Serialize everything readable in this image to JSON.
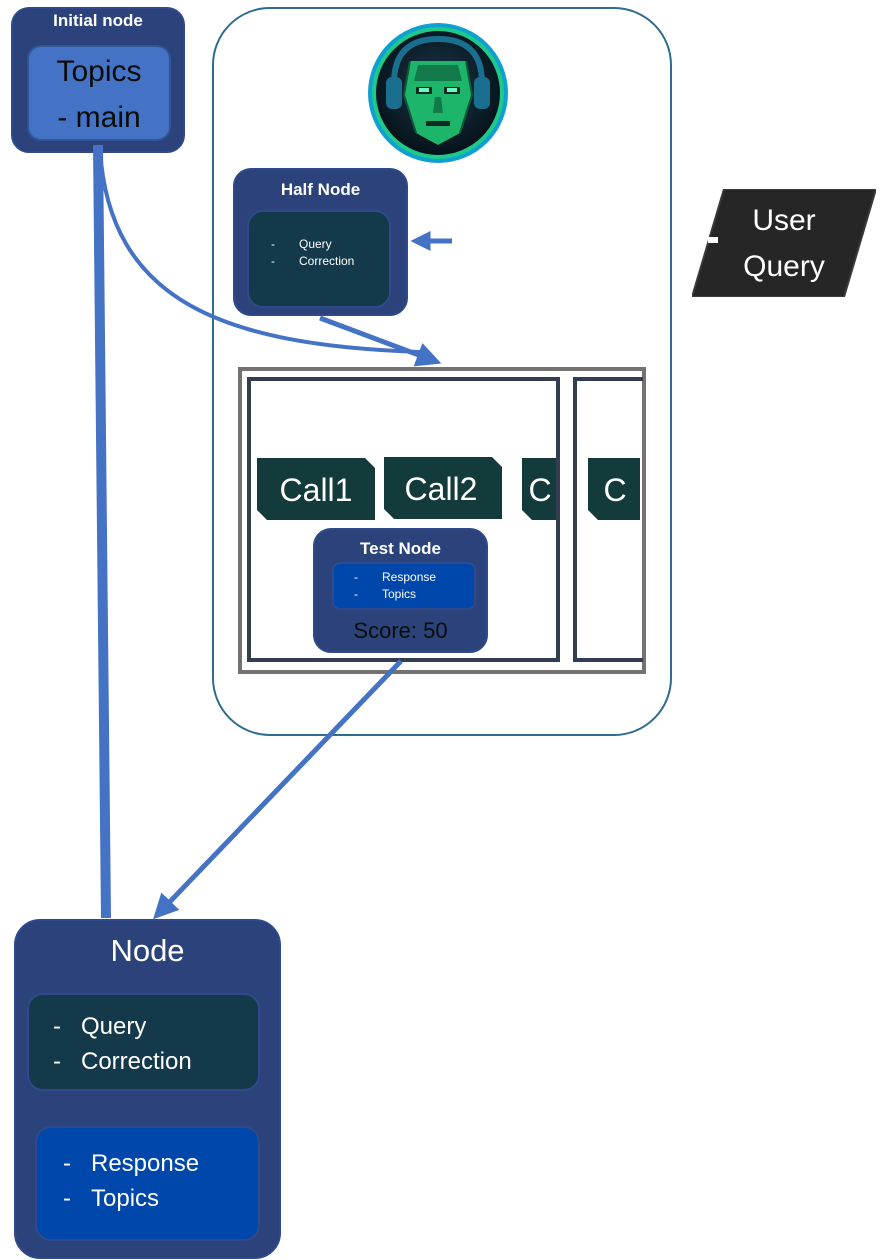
{
  "initial_node": {
    "title": "Initial node",
    "line1": "Topics",
    "line2": "- main"
  },
  "half_node": {
    "title": "Half Node",
    "items": [
      "Query",
      "Correction"
    ]
  },
  "user_query": {
    "line1": "User",
    "line2": "Query"
  },
  "calls": [
    "Call1",
    "Call2",
    "C",
    "C"
  ],
  "test_node": {
    "title": "Test Node",
    "items": [
      "Response",
      "Topics"
    ],
    "score": "Score: 50"
  },
  "node": {
    "title": "Node",
    "query_items": [
      "Query",
      "Correction"
    ],
    "response_items": [
      "Response",
      "Topics"
    ]
  },
  "colors": {
    "node_bg": "#2b437a",
    "accent_blue": "#4472c4",
    "dark_teal": "#14394a",
    "response_blue": "#0047ab",
    "call_tag": "#133b3b",
    "container_border": "#2f6d8f",
    "frame_gray": "#767171"
  },
  "icons": {
    "avatar": "robot-face-avatar"
  }
}
